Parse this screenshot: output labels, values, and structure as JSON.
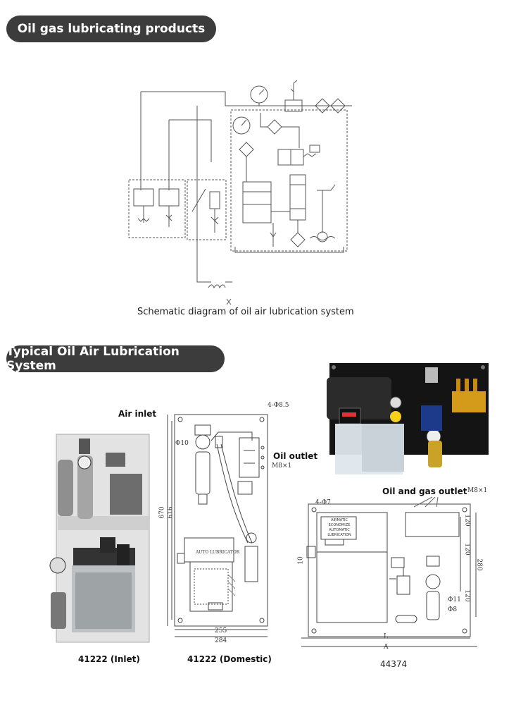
{
  "sections": {
    "oil_gas": {
      "title": "Oil gas lubricating products"
    },
    "typical": {
      "title": "Typical Oil Air Lubrication System"
    }
  },
  "schematic": {
    "caption": "Schematic diagram of oil air lubrication system"
  },
  "drawing_domestic": {
    "air_inlet": "Air inlet",
    "oil_outlet": "Oil outlet",
    "oil_outlet_thread": "M8×1",
    "holes": "4-Φ8.5",
    "port_dia": "Φ10",
    "dims": {
      "h1": "670",
      "h2": "616",
      "w1": "255",
      "w2": "284"
    },
    "panel_text": "AUTO LUBRICATOR"
  },
  "drawing_44374": {
    "outlet_label": "Oil and gas outlet",
    "outlet_thread": "M8×1",
    "holes": "4-Φ7",
    "dims": {
      "a": "120",
      "b": "120",
      "c": "120",
      "d": "280",
      "e": "10",
      "l": "L",
      "big_a": "A",
      "small": "Φ11",
      "small2": "Φ8"
    },
    "panel_lines": [
      "AIRMATIC",
      "ECONOMIZE",
      "AUTOMATIC",
      "LUBRICATION"
    ]
  },
  "captions": {
    "inlet": "41222 (Inlet)",
    "domestic": "41222 (Domestic)",
    "model_44374": "44374"
  },
  "colors": {
    "pill_bg": "#3c3c3c",
    "line": "#555555",
    "panel_black": "#141414",
    "brass": "#d49a1a",
    "reservoir": "#dfe7ec"
  }
}
